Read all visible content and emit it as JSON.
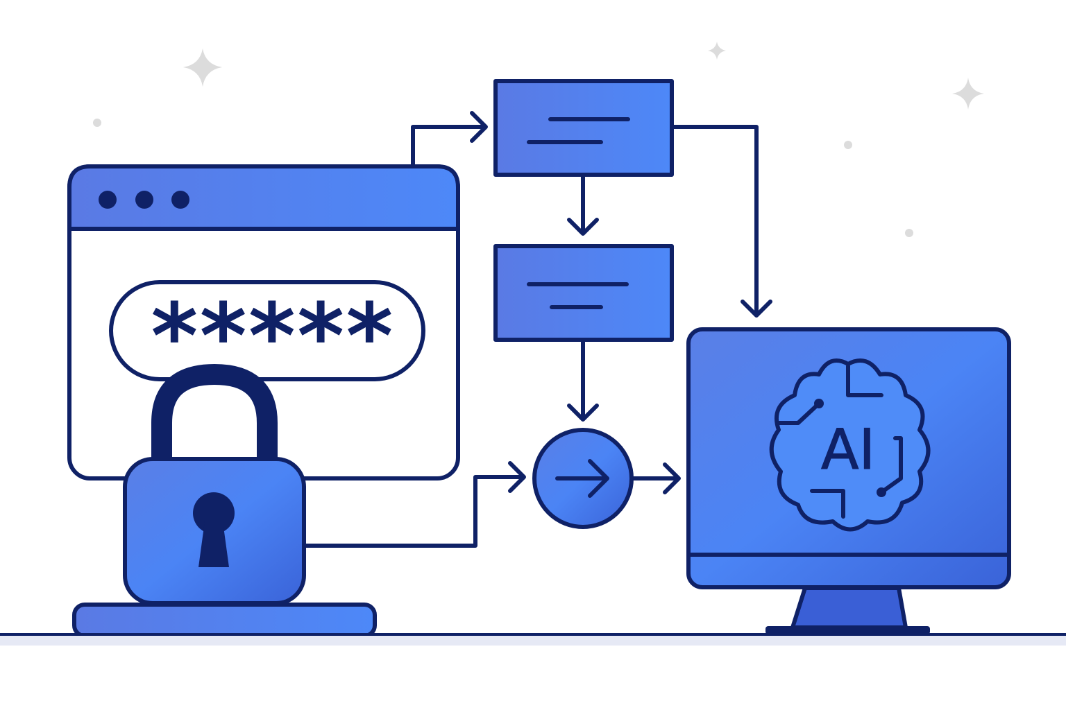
{
  "colors": {
    "outline": "#0f2166",
    "primary": "#4a7ff0",
    "primary_light": "#5b8ff9",
    "primary_dark": "#3a5fd6",
    "sparkle": "#d9d9d9"
  },
  "password_field": {
    "masked_value": "*****"
  },
  "monitor": {
    "brain_label": "AI"
  },
  "icons": [
    "browser-window",
    "password-field",
    "padlock-icon",
    "keyhole-icon",
    "document-box",
    "arrow-right-circle-icon",
    "monitor-icon",
    "ai-brain-icon",
    "sparkle-icon"
  ]
}
